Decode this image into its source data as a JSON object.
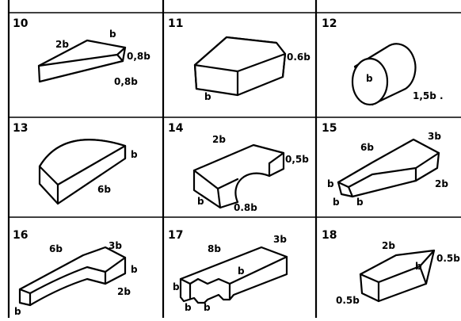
{
  "cells": [
    {
      "number": "10",
      "labels": [
        "2b",
        "b",
        "0,8b",
        "0,8b"
      ]
    },
    {
      "number": "11",
      "labels": [
        "0.6b",
        "b"
      ]
    },
    {
      "number": "12",
      "labels": [
        "b",
        "1,5b ."
      ]
    },
    {
      "number": "13",
      "labels": [
        "b",
        "6b"
      ]
    },
    {
      "number": "14",
      "labels": [
        "2b",
        "0,5b",
        "b",
        "0.8b"
      ]
    },
    {
      "number": "15",
      "labels": [
        "6b",
        "3b",
        "2b",
        "b",
        "b",
        "b"
      ]
    },
    {
      "number": "16",
      "labels": [
        "6b",
        "3b",
        "b",
        "2b",
        "b"
      ]
    },
    {
      "number": "17",
      "labels": [
        "8b",
        "3b",
        "b",
        "b",
        "b",
        "b"
      ]
    },
    {
      "number": "18",
      "labels": [
        "2b",
        "0.5b",
        "b",
        "0.5b"
      ]
    }
  ]
}
